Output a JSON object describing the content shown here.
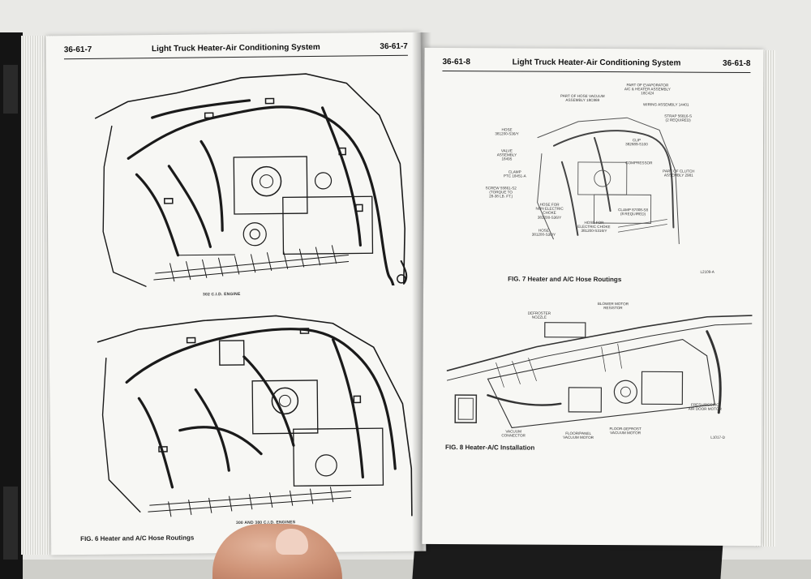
{
  "left_page": {
    "page_number_left": "36-61-7",
    "page_number_right": "36-61-7",
    "running_title": "Light Truck Heater-Air Conditioning System",
    "figure_a_label": "302 C.I.D. ENGINE",
    "figure_b_label": "300 AND 380 C.I.D. ENGINES",
    "caption": "FIG. 6 Heater and A/C Hose Routings"
  },
  "right_page": {
    "page_number_left": "36-61-8",
    "page_number_right": "36-61-8",
    "running_title": "Light Truck Heater-Air Conditioning System",
    "fig7": {
      "caption": "FIG. 7 Heater and A/C Hose Routings",
      "code": "L2109-A",
      "callouts": [
        "PART OF EVAPORATOR\nA/C & HEATER ASSEMBLY 18C424",
        "PART OF HOSE VACUUM\nASSEMBLY 18C869",
        "WIRING ASSEMBLY 14401",
        "STRAP 56816-S\n(2 REQUIRED)",
        "HOSE\n381200-S36/Y",
        "CLIP\n382689-S100",
        "VALVE\nASSEMBLY\n18495",
        "COMPRESSOR",
        "PART OF CLUTCH\nASSEMBLY 2981",
        "CLAMP\nPTC 18451-A",
        "SCREW 55861-S2\n(TORQUE TO\n28-38 LB. FT.)",
        "HOSE FOR\nNON ELECTRIC\nCHOKE\n381200-S36/Y",
        "CLAMP 87008-S8\n(8 REQUIRED)",
        "HOSE FOR\nELECTRIC CHOKE\n381200-S316/Y",
        "HOSE\n381200-S30/Y"
      ]
    },
    "fig8": {
      "caption": "FIG. 8 Heater-A/C Installation",
      "code": "L1017-D",
      "callouts": [
        "DEFROSTER\nNOZZLE",
        "BLOWER MOTOR\nRESISTOR",
        "VACUUM\nCONNECTOR",
        "FLOOR/PANEL\nVACUUM MOTOR",
        "FLOOR-DEFROST\nVACUUM MOTOR",
        "FRESH/RECIRC\nAIR DOOR MOTOR"
      ]
    }
  },
  "colors": {
    "paper": "#f7f7f4",
    "ink": "#1a1a1a",
    "cover": "#141414"
  }
}
